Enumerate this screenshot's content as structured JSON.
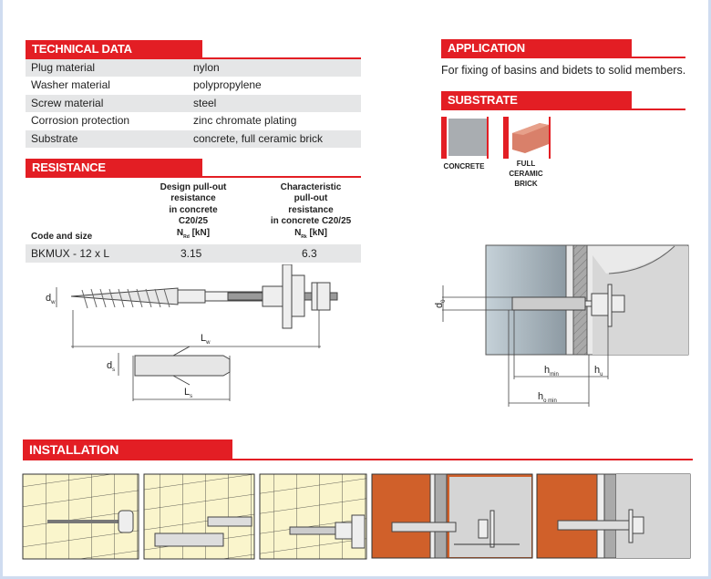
{
  "technical_data": {
    "title": "TECHNICAL DATA",
    "rows": [
      {
        "label": "Plug material",
        "value": "nylon"
      },
      {
        "label": "Washer material",
        "value": "polypropylene"
      },
      {
        "label": "Screw material",
        "value": "steel"
      },
      {
        "label": "Corrosion protection",
        "value": "zinc chromate plating"
      },
      {
        "label": "Substrate",
        "value": "concrete, full ceramic brick"
      }
    ]
  },
  "resistance": {
    "title": "RESISTANCE",
    "col1": "Code and size",
    "col2_lines": [
      "Design pull-out",
      "resistance",
      "in concrete",
      "C20/25"
    ],
    "col2_unit": "N",
    "col2_sub": "Rd",
    "col2_unit_tail": " [kN]",
    "col3_lines": [
      "Characteristic",
      "pull-out",
      "resistance",
      "in concrete C20/25"
    ],
    "col3_unit": "N",
    "col3_sub": "Rk",
    "col3_unit_tail": " [kN]",
    "rows": [
      {
        "code": "BKMUX - 12 x L",
        "design": "3.15",
        "characteristic": "6.3"
      }
    ]
  },
  "application": {
    "title": "APPLICATION",
    "text": "For fixing of basins and bidets to solid members."
  },
  "substrate": {
    "title": "SUBSTRATE",
    "items": [
      {
        "label": "CONCRETE"
      },
      {
        "label_lines": [
          "FULL",
          "CERAMIC",
          "BRICK"
        ]
      }
    ]
  },
  "dimensions": {
    "screw_d": "d",
    "screw_d_sub": "w",
    "screw_L": "L",
    "screw_L_sub": "w",
    "plug_d": "d",
    "plug_d_sub": "s",
    "plug_L": "L",
    "plug_L_sub": "s",
    "hole_d": "d",
    "hole_d_sub": "0",
    "h_min": "h",
    "h_min_sub": "min",
    "h_u": "h",
    "h_u_sub": "u",
    "h_o_min": "h",
    "h_o_min_sub": "o min"
  },
  "installation": {
    "title": "INSTALLATION"
  },
  "colors": {
    "accent": "#e31e24",
    "brick": "#d0602a",
    "panel": "#faf5cc"
  }
}
